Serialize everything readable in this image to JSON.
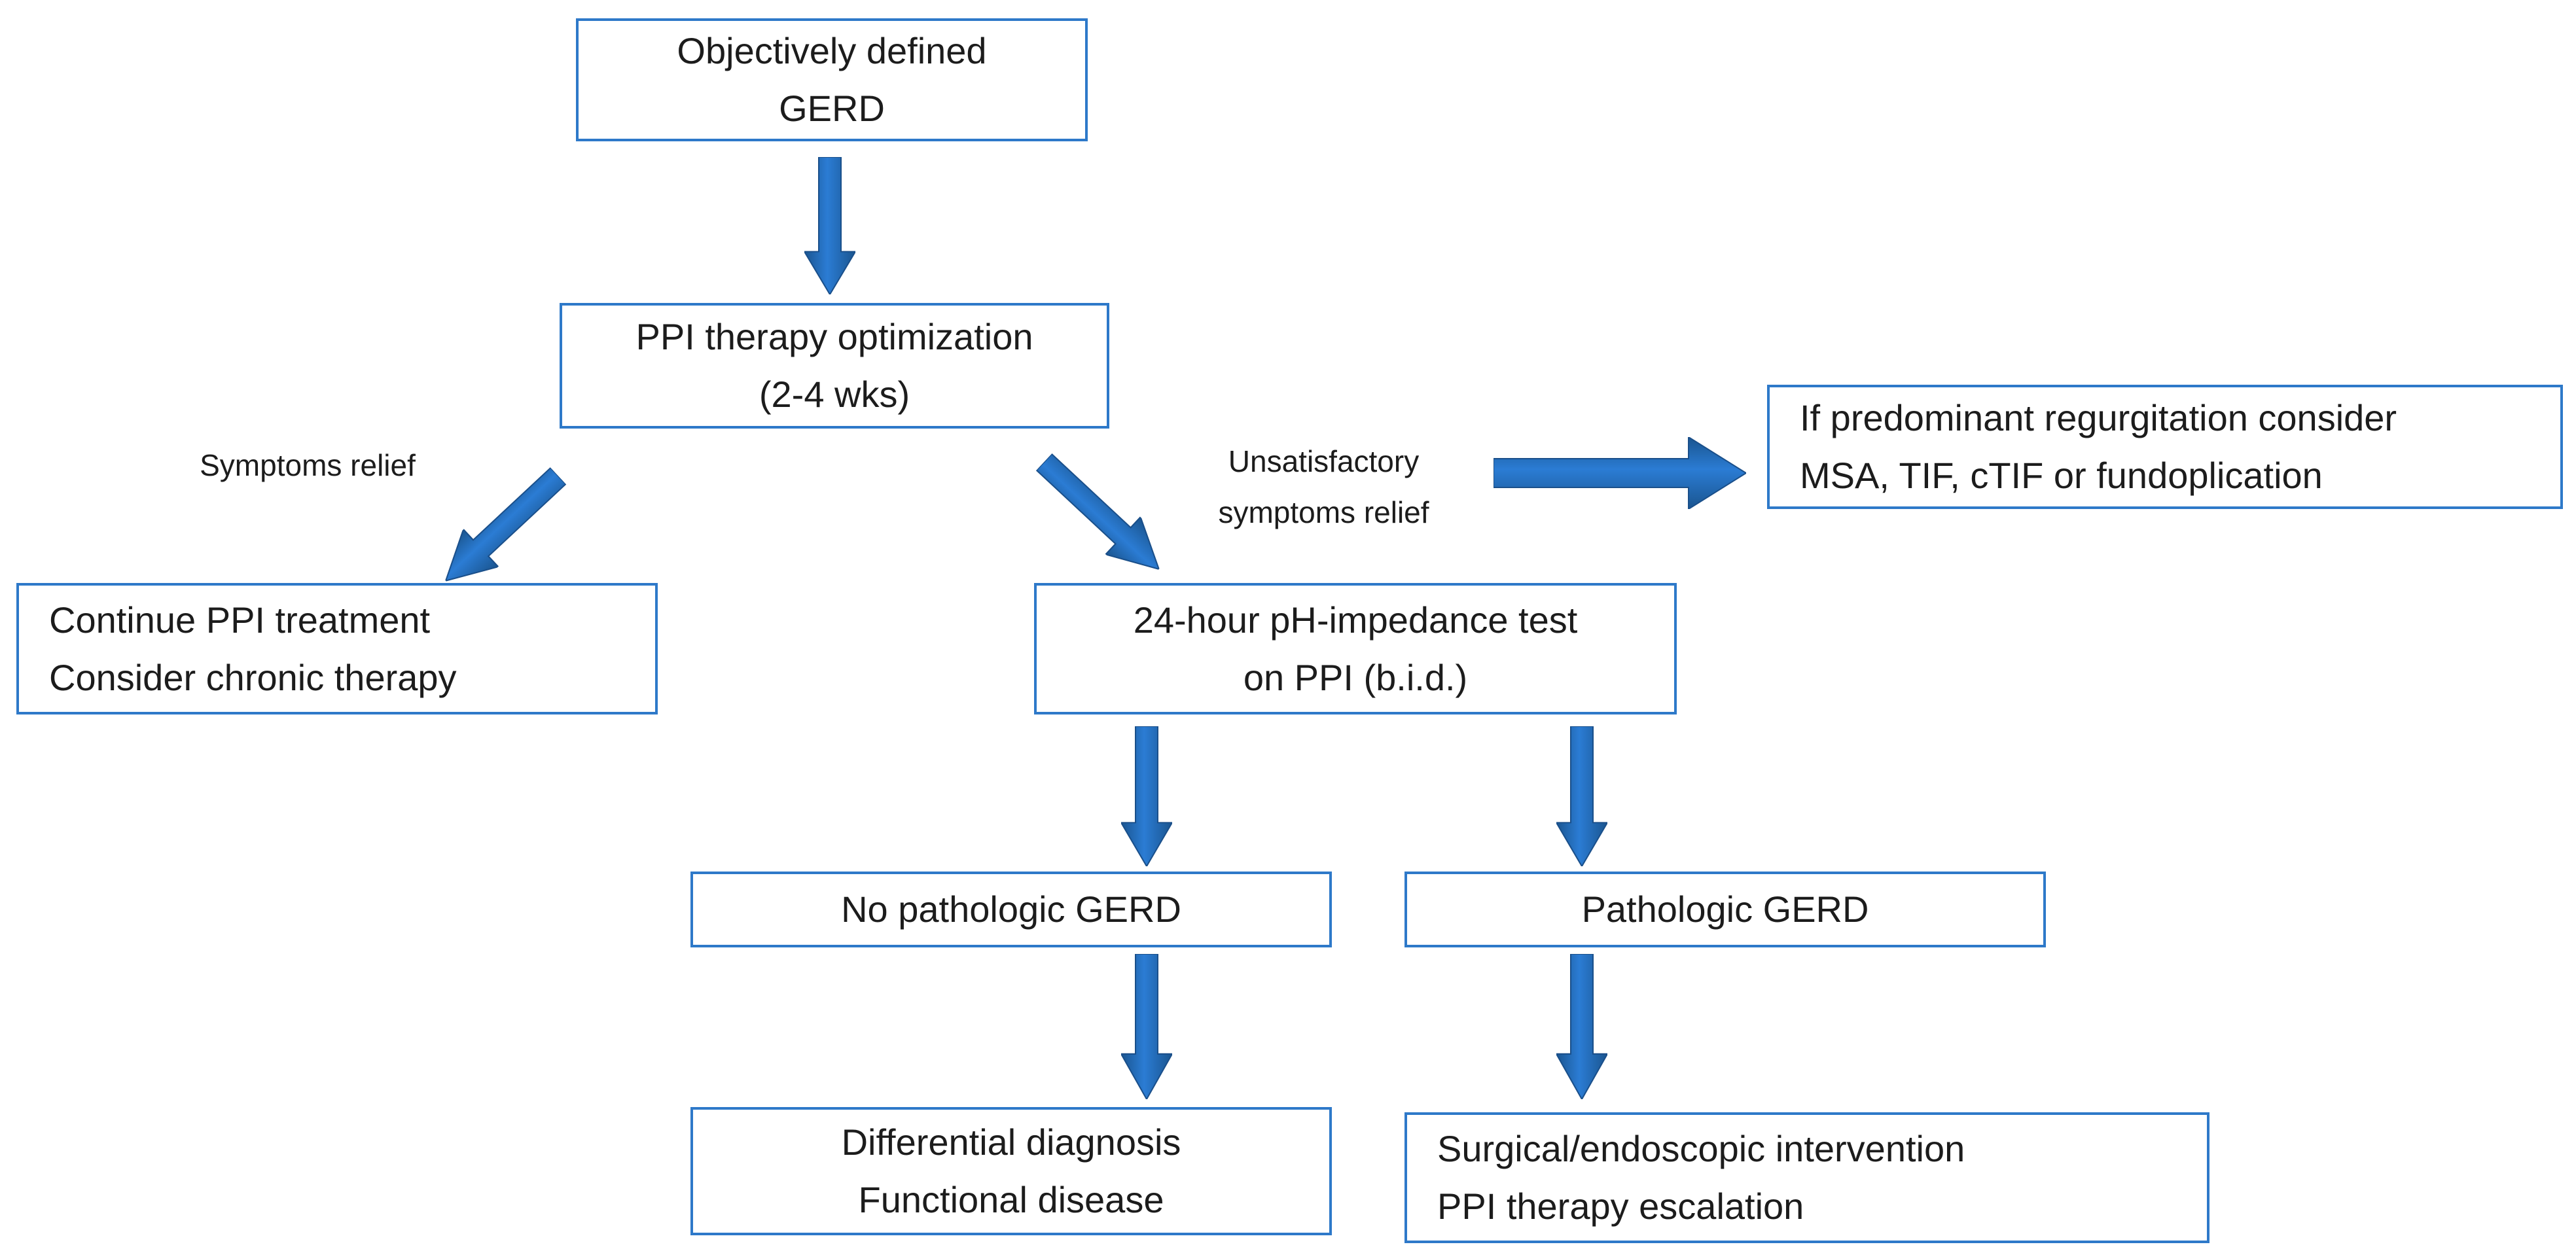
{
  "figure": {
    "background_color": "#ffffff",
    "box_border_color": "#2e79c9",
    "arrow_color": "#2273c9",
    "arrow_gradient": [
      "#1a558f",
      "#2b7cd4",
      "#1a558f"
    ],
    "text_color": "#1c1c1c",
    "nodes": {
      "objectively_defined_gerd": {
        "lines": [
          "Objectively defined",
          "GERD"
        ]
      },
      "ppi_therapy_optimization": {
        "lines": [
          "PPI therapy optimization",
          "(2-4 wks)"
        ]
      },
      "continue_ppi_treatment": {
        "lines": [
          "Continue PPI treatment",
          "Consider chronic therapy"
        ]
      },
      "predominant_regurgitation": {
        "lines": [
          "If predominant regurgitation consider",
          "MSA, TIF, cTIF or fundoplication"
        ]
      },
      "ph_impedance_test": {
        "lines": [
          "24-hour pH-impedance test",
          "on PPI (b.i.d.)"
        ]
      },
      "no_pathologic_gerd": {
        "lines": [
          "No pathologic GERD"
        ]
      },
      "pathologic_gerd": {
        "lines": [
          "Pathologic GERD"
        ]
      },
      "differential_diagnosis": {
        "lines": [
          "Differential diagnosis",
          "Functional disease"
        ]
      },
      "surgical_endoscopic": {
        "lines": [
          "Surgical/endoscopic intervention",
          "PPI therapy escalation"
        ]
      }
    },
    "edge_labels": {
      "symptoms_relief": "Symptoms relief",
      "unsatisfactory_line1": "Unsatisfactory",
      "unsatisfactory_line2": "symptoms relief"
    },
    "arrow_icons": [
      "arrow-down",
      "arrow-down-left",
      "arrow-down-right",
      "arrow-right",
      "arrow-down",
      "arrow-down",
      "arrow-down",
      "arrow-down"
    ]
  }
}
